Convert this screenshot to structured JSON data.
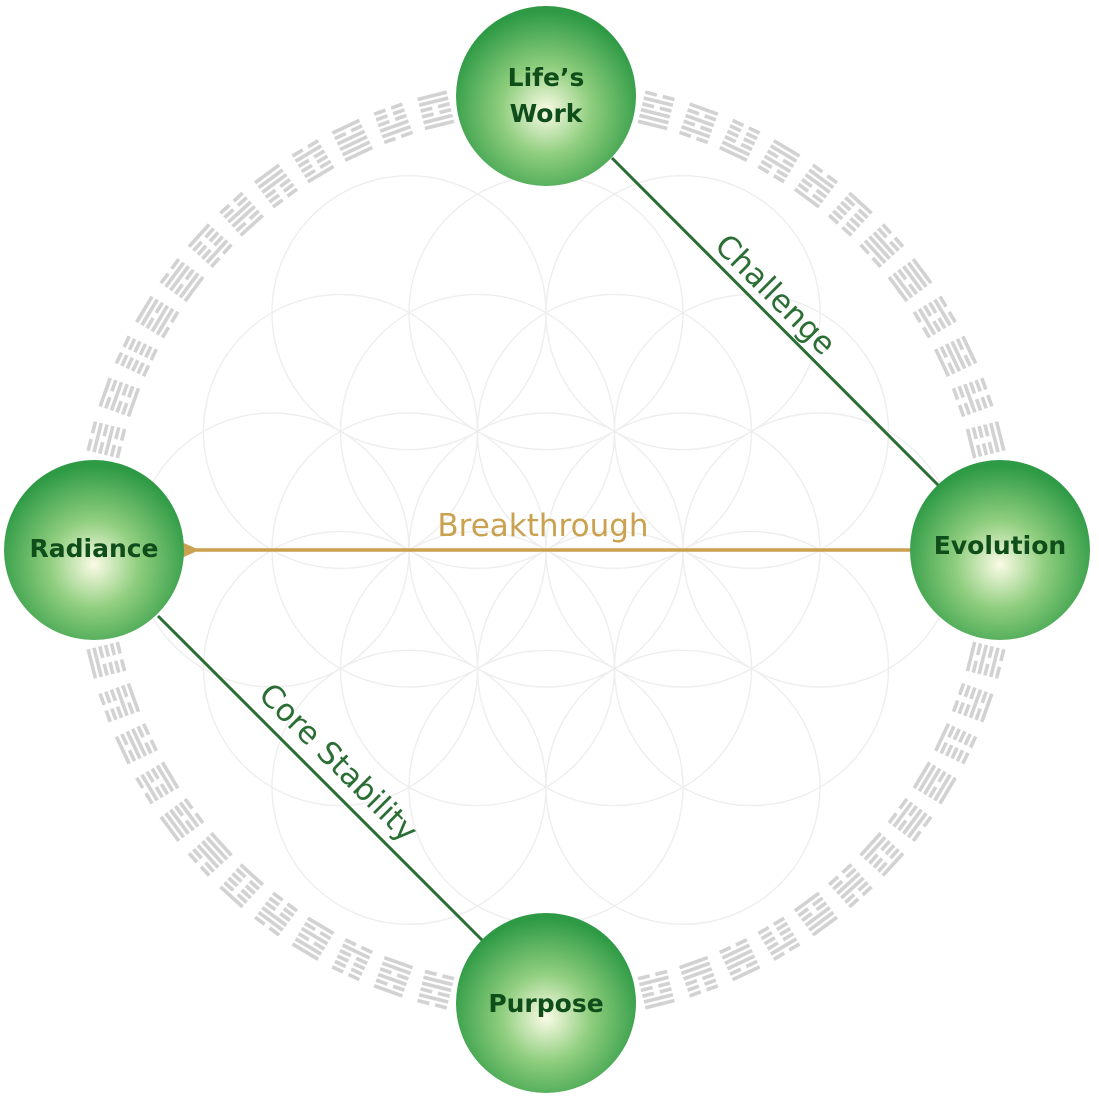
{
  "colors": {
    "node_edge": "#2e9a45",
    "node_mid": "#8fce7e",
    "node_center": "#fbfbe6",
    "node_text": "#0f4d1a",
    "connector_green": "#2a6e34",
    "connector_gold": "#c9a14f",
    "hexagram_gray": "#d2d2d2",
    "pattern_gray": "#eeeeee"
  },
  "nodes": {
    "lifes_work": {
      "line1": "Life’s",
      "line2": "Work"
    },
    "evolution": {
      "label": "Evolution"
    },
    "radiance": {
      "label": "Radiance"
    },
    "purpose": {
      "label": "Purpose"
    }
  },
  "connectors": {
    "challenge": {
      "label": "Challenge"
    },
    "breakthrough": {
      "label": "Breakthrough"
    },
    "core_stability": {
      "label": "Core Stability"
    }
  },
  "ring": {
    "hexagram_count": 64
  }
}
